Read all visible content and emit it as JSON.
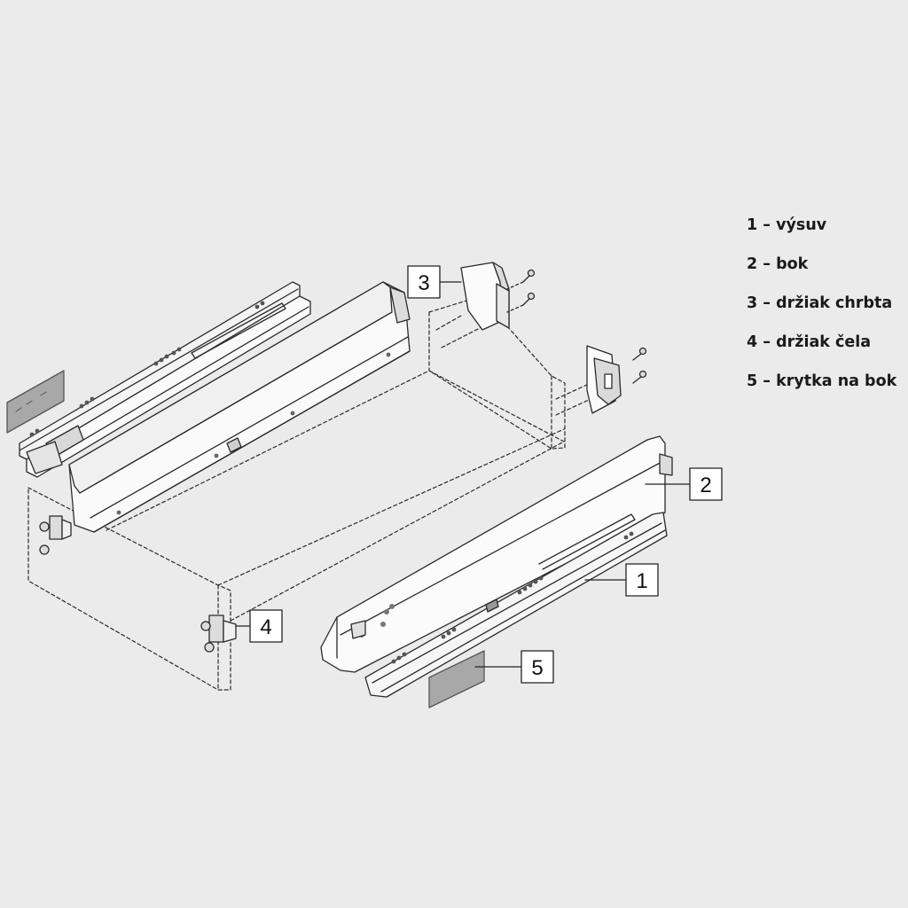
{
  "diagram": {
    "callouts": [
      "1",
      "2",
      "3",
      "4",
      "5"
    ],
    "legend": [
      "1 – výsuv",
      "2 – bok",
      "3 – držiak chrbta",
      "4 – držiak čela",
      "5 – krytka na bok"
    ],
    "colors": {
      "background": "#ebebeb",
      "line": "#2a2a2a",
      "cover_plate": "#a8a8a8"
    }
  }
}
